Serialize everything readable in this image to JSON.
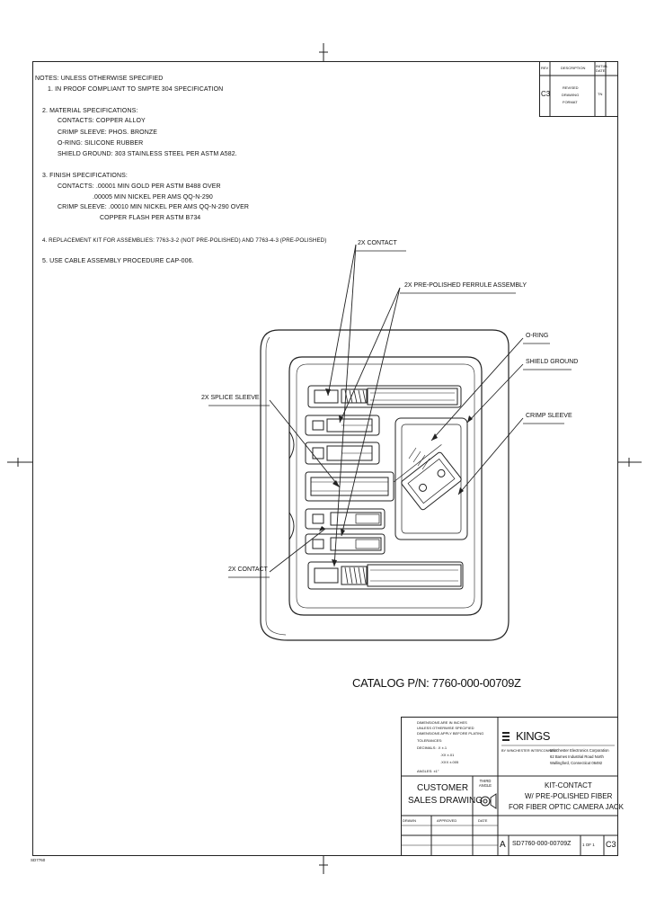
{
  "revision_block": {
    "headers": [
      "REV",
      "DESCRIPTION",
      "INITIAL DATE"
    ],
    "rev": "C3",
    "description": [
      "REVISED",
      "DRAWING",
      "FORMAT"
    ],
    "initials": "TN"
  },
  "notes": {
    "heading": "NOTES: UNLESS OTHERWISE SPECIFIED",
    "items": [
      "1. IN PROOF COMPLIANT TO SMPTE 304 SPECIFICATION",
      "2. MATERIAL SPECIFICATIONS:",
      "CONTACTS: COPPER ALLOY",
      "CRIMP SLEEVE: PHOS. BRONZE",
      "O-RING: SILICONE RUBBER",
      "SHIELD GROUND: 303 STAINLESS STEEL PER ASTM A582.",
      "3. FINISH SPECIFICATIONS:",
      "CONTACTS: .00001 MIN GOLD PER ASTM B488 OVER",
      ".00005 MIN NICKEL PER AMS QQ-N-290",
      "CRIMP SLEEVE: .00010 MIN NICKEL PER AMS QQ-N-290 OVER",
      "COPPER FLASH PER ASTM B734",
      "4. REPLACEMENT KIT FOR ASSEMBLIES: 7763-3-2 (NOT PRE-POLISHED) AND 7763-4-3 (PRE-POLISHED)",
      "5. USE CABLE ASSEMBLY PROCEDURE CAP-006."
    ]
  },
  "callouts": {
    "contact_top": "2X CONTACT",
    "ferrule": "2X PRE-POLISHED FERRULE ASSEMBLY",
    "oring": "O-RING",
    "shield": "SHIELD GROUND",
    "crimp": "CRIMP SLEEVE",
    "splice": "2X SPLICE SLEEVE",
    "contact_bottom": "2X CONTACT"
  },
  "catalog": "CATALOG P/N: 7760-000-00709Z",
  "title_block": {
    "tolerance_lines": [
      "DIMENSIONS ARE IN INCHES",
      "UNLESS OTHERWISE SPECIFIED",
      "DIMENSIONS APPLY BEFORE PLATING",
      "TOLERANCES:",
      "DECIMALS: .X ±.1",
      ".XX ±.01",
      ".XXX ±.005",
      "ANGLES: ±1°"
    ],
    "third_angle": "THIRD ANGLE",
    "customer": "CUSTOMER",
    "sales_drawing": "SALES DRAWING",
    "company_brand": "KINGS",
    "company_sub": "BY WINCHESTER INTERCONNECT",
    "company_lines": [
      "Winchester Electronics Corporation",
      "62 Barnes Industrial Road North",
      "Wallingford, Connecticut 06492"
    ],
    "title_lines": [
      "KIT-CONTACT",
      "W/ PRE-POLISHED FIBER",
      "FOR FIBER OPTIC CAMERA JACK"
    ],
    "size": "A",
    "drawing_number": "SD7760-000-00709Z",
    "rev": "C3",
    "sheet": "1 OF 1",
    "drawn_label": "DRAWN",
    "approved_label": "APPROVED",
    "date_label": "DATE"
  },
  "corner_code": "SD7760"
}
